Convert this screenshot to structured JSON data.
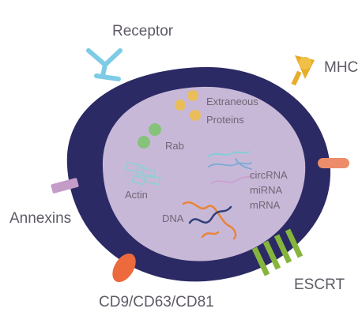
{
  "diagram": {
    "outer_labels": {
      "receptor": "Receptor",
      "mhc": "MHC",
      "annexins": "Annexins",
      "escrt": "ESCRT",
      "cd_markers": "CD9/CD63/CD81"
    },
    "inner_labels": {
      "extraneous_line1": "Extraneous",
      "extraneous_line2": "Proteins",
      "rab": "Rab",
      "actin": "Actin",
      "dna": "DNA",
      "circrna": "circRNA",
      "mirna": "miRNA",
      "mrna": "mRNA"
    },
    "colors": {
      "membrane": "#2b2a64",
      "lumen": "#c8b8d8",
      "receptor": "#7ecbe6",
      "mhc": "#e8ac2a",
      "annexins": "#c59bc8",
      "escrt": "#86b53c",
      "cd_markers": "#ec6a3c",
      "side_protein": "#ec8c6a",
      "extraneous_proteins": "#e8bd5a",
      "rab": "#86c27a",
      "actin": "#8fcfd0",
      "dna_a": "#e8843a",
      "dna_b": "#2f3f7a",
      "rna_a": "#7ecfd6",
      "rna_b": "#7aaad6",
      "rna_c": "#c8a0d0"
    }
  }
}
